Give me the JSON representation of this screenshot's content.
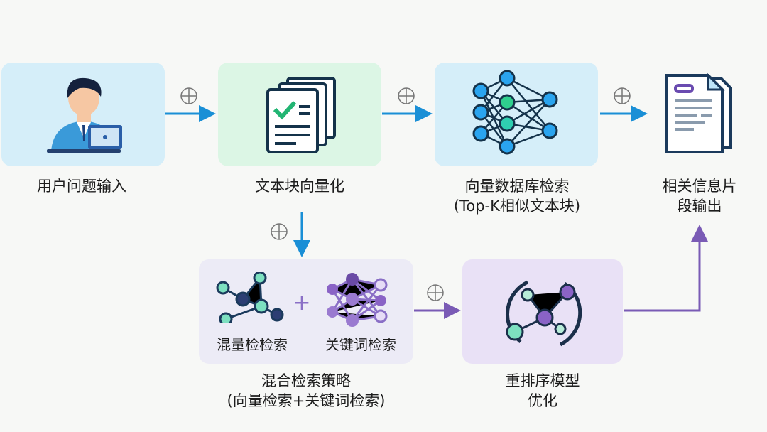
{
  "nodes": {
    "user_input": {
      "label": "用户问题输入"
    },
    "vectorize": {
      "label": "文本块向量化"
    },
    "vector_search": {
      "label_line1": "向量数据库检索",
      "label_line2": "(Top-K相似文本块)"
    },
    "output": {
      "label_line1": "相关信息片",
      "label_line2": "段输出"
    },
    "hybrid": {
      "label_line1": "混合检索策略",
      "label_line2": "(向量检索+关键词检索)",
      "left_sub": "混量检检索",
      "plus": "+",
      "right_sub": "关键词检索"
    },
    "rerank": {
      "label_line1": "重排序模型",
      "label_line2": "优化"
    }
  },
  "colors": {
    "blue_arrow": "#1a8fd6",
    "purple_arrow": "#7a5bb5",
    "box_blue": "#d5eef9",
    "box_green": "#dcf6e5",
    "box_lavender": "#ecebf6",
    "box_purple": "#e9e1f6"
  }
}
